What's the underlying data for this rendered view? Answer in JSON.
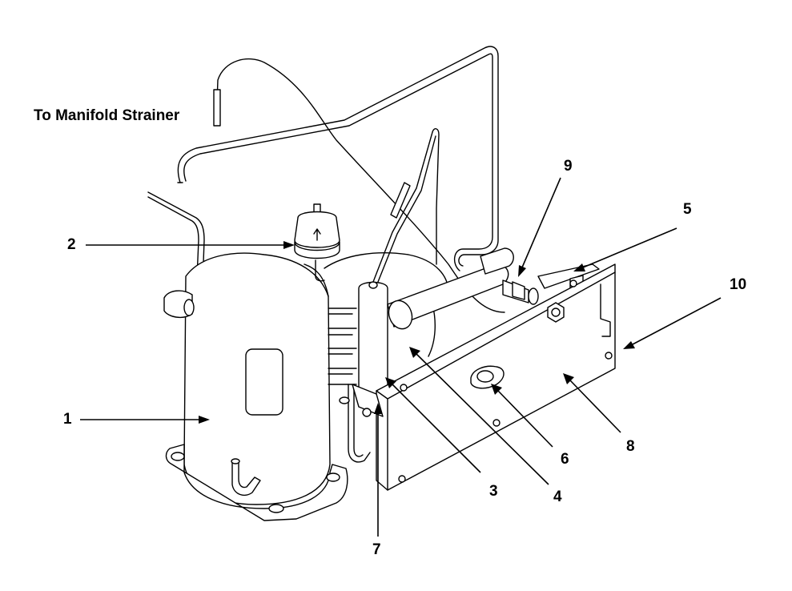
{
  "diagram": {
    "title_label": "To Manifold Strainer",
    "callouts": [
      {
        "id": "1",
        "text": "1"
      },
      {
        "id": "2",
        "text": "2"
      },
      {
        "id": "3",
        "text": "3"
      },
      {
        "id": "4",
        "text": "4"
      },
      {
        "id": "5",
        "text": "5"
      },
      {
        "id": "6",
        "text": "6"
      },
      {
        "id": "7",
        "text": "7"
      },
      {
        "id": "8",
        "text": "8"
      },
      {
        "id": "9",
        "text": "9"
      },
      {
        "id": "10",
        "text": "10"
      }
    ]
  }
}
